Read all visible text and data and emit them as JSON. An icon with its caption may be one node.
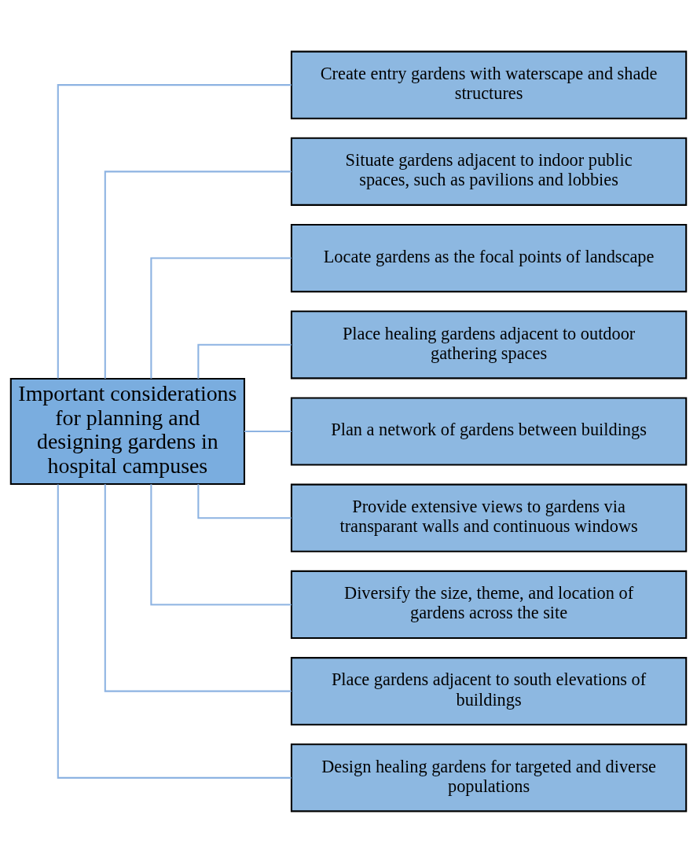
{
  "diagram": {
    "nodes": [
      {
        "text": [
          "Important considerations for planning and designing gardens in hospital campuses"
        ]
      },
      {
        "text": [
          "Create entry gardens with waterscape and shade structures"
        ]
      },
      {
        "text": [
          "Situate gardens adjacent to indoor public spaces, such as pavilions and lobbies"
        ]
      },
      {
        "text": [
          "Locate gardens as the focal points of landscape"
        ]
      },
      {
        "text": [
          "Place healing gardens adjacent to outdoor gathering spaces"
        ]
      },
      {
        "text": [
          "Plan a network of gardens between buildings"
        ]
      },
      {
        "text": [
          "Provide extensive views to gardens via transparant walls and continuous windows"
        ]
      },
      {
        "text": [
          "Diversify the size, theme, and location of gardens across the site"
        ]
      },
      {
        "text": [
          "Place gardens adjacent to south elevations of buildings"
        ]
      },
      {
        "text": [
          "Design healing gardens for targeted and diverse populations"
        ]
      }
    ],
    "edges": [
      {
        "from": 0,
        "to": 1,
        "arrow": "none"
      },
      {
        "from": 0,
        "to": 2,
        "arrow": "none"
      },
      {
        "from": 0,
        "to": 3,
        "arrow": "none"
      },
      {
        "from": 0,
        "to": 4,
        "arrow": "none"
      },
      {
        "from": 0,
        "to": 5,
        "arrow": "none"
      },
      {
        "from": 0,
        "to": 6,
        "arrow": "none"
      },
      {
        "from": 0,
        "to": 7,
        "arrow": "none"
      },
      {
        "from": 0,
        "to": 8,
        "arrow": "none"
      },
      {
        "from": 0,
        "to": 9,
        "arrow": "none"
      }
    ]
  }
}
